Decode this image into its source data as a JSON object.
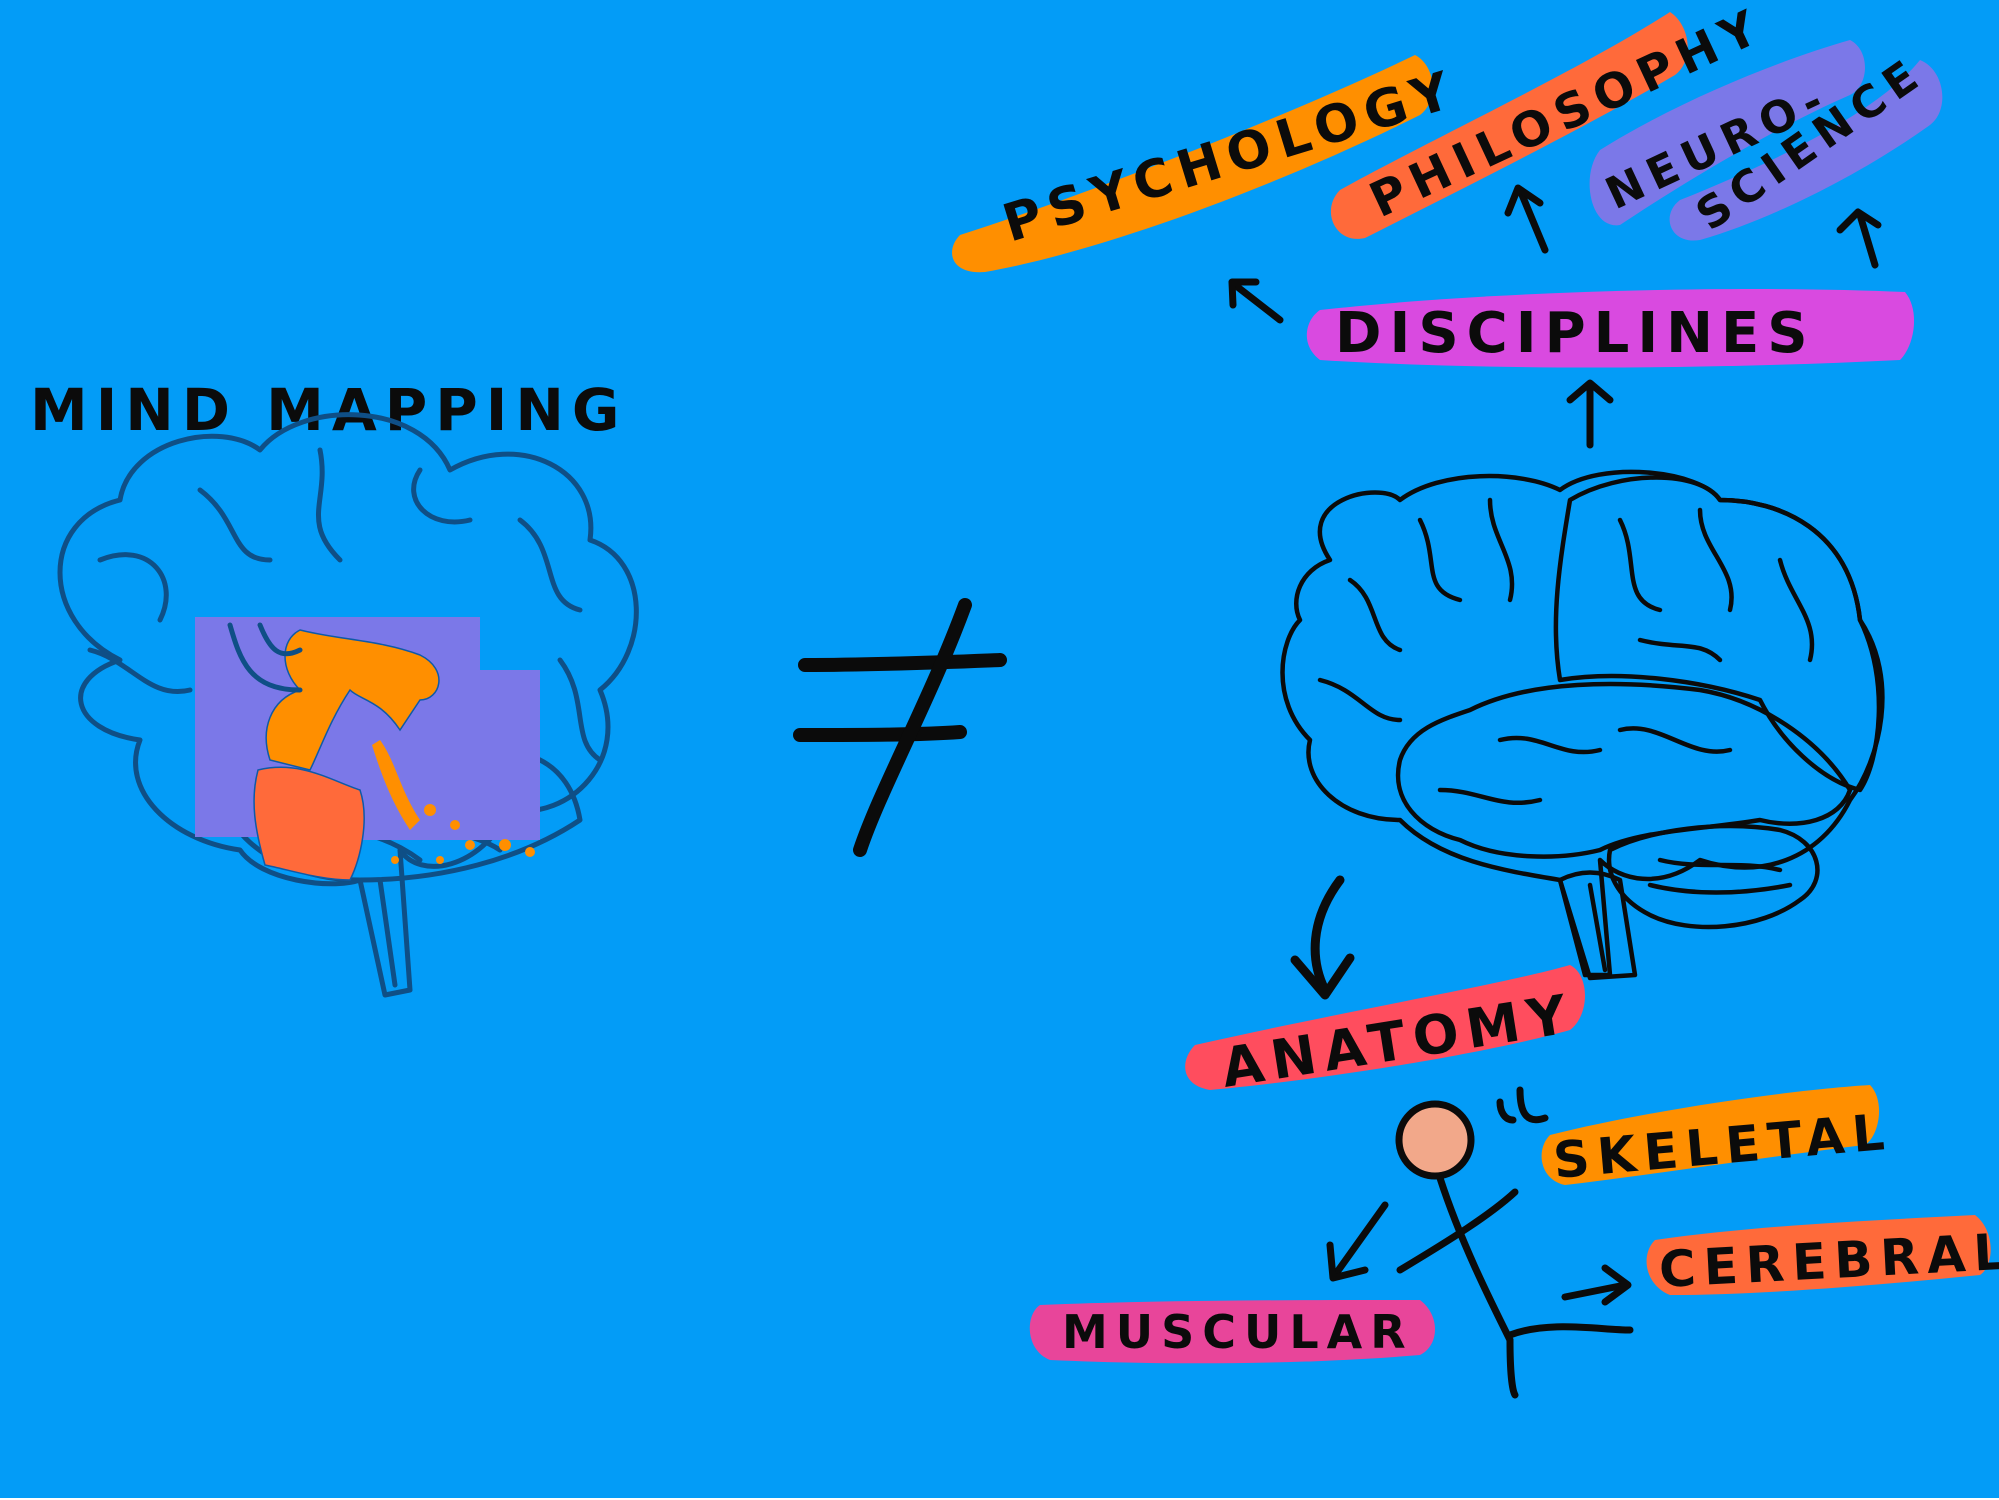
{
  "left_panel": {
    "title": "MIND MAPPING"
  },
  "center": {
    "symbol": "≠"
  },
  "right_panel": {
    "disciplines": {
      "label": "DISCIPLINES",
      "children": [
        "PSYCHOLOGY",
        "PHILOSOPHY",
        "NEURO-",
        "SCIENCE"
      ]
    },
    "anatomy": {
      "label": "ANATOMY",
      "children": [
        "SKELETAL",
        "MUSCULAR",
        "CEREBRAL"
      ]
    }
  },
  "colors": {
    "background": "#039cf7",
    "orange": "#ff8f00",
    "red_orange": "#ff6a3a",
    "magenta": "#d94ae0",
    "violet": "#7b78e8",
    "red": "#ff4d5e",
    "pink": "#e8459a",
    "skin": "#f2a88a",
    "cerebellum": "#e5495f"
  }
}
